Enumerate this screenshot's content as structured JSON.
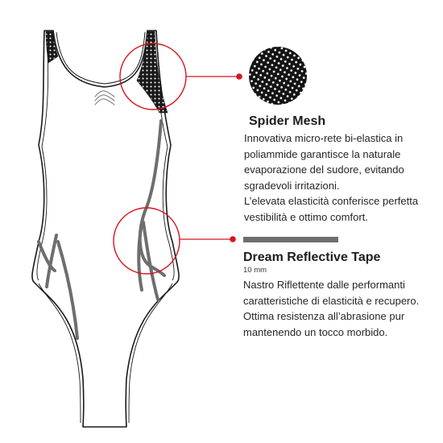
{
  "spider_mesh": {
    "title": "Spider Mesh",
    "lines": [
      "Innovativa micro-rete bi-elastica in",
      "poliammide garantisce la naturale",
      "evaporazione del sudore, evitando",
      "sgradevoli irritazioni.",
      "L’elevata elasticità conferisce perfetta",
      "vestibilità e ottimo comfort."
    ]
  },
  "dream_tape": {
    "title": "Dream Reflective Tape",
    "size": "10 mm",
    "lines": [
      "Nastro Riflettente dalle performanti",
      "caratteristiche di elasticità e recupero.",
      "Ottima resistenza all’abrasione pur",
      "mantenendo un tocco morbido."
    ]
  },
  "colors": {
    "callout": "#d7141f",
    "mesh": "#1a1a1a",
    "tape": "#6e6e6e",
    "outline": "#1a1a1a"
  },
  "icons": {
    "logo": "wave-logo-icon",
    "mesh_swatch": "mesh-swatch-icon",
    "tape_swatch": "tape-swatch-icon"
  }
}
